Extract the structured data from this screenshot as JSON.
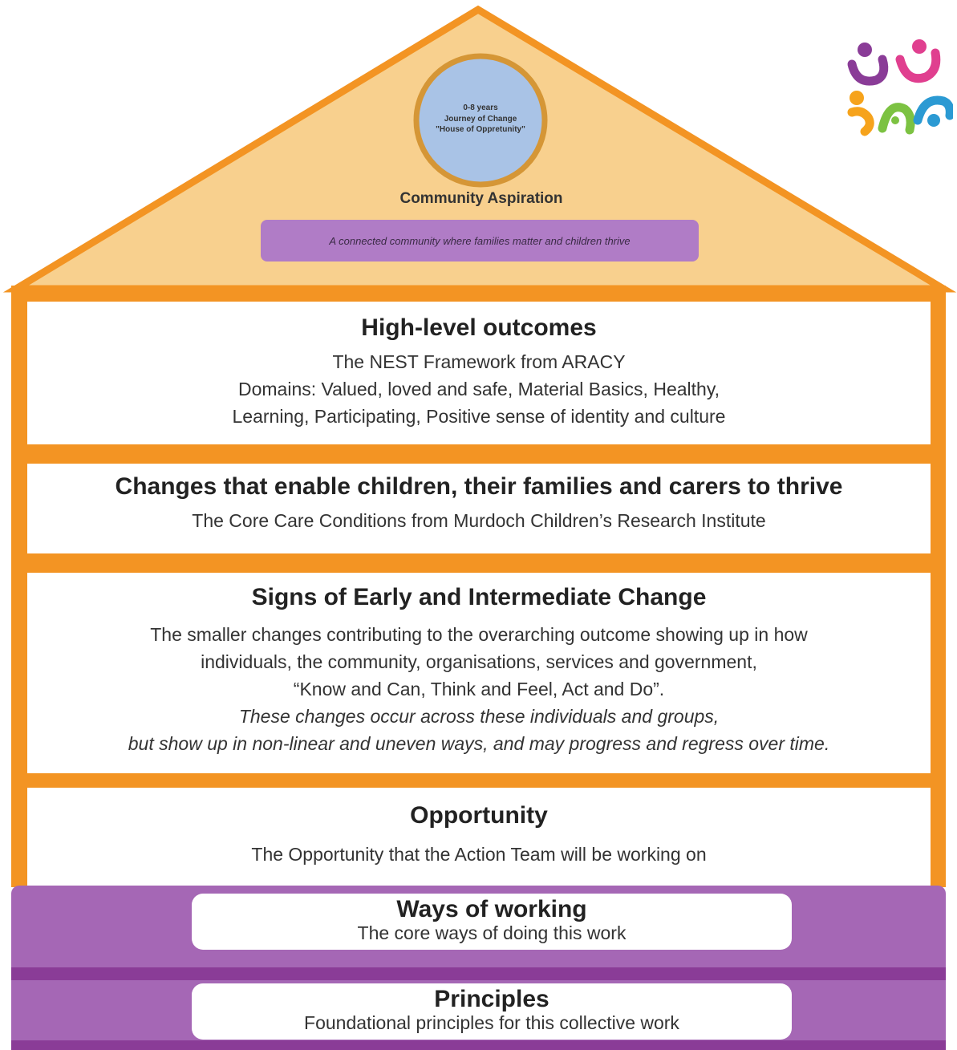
{
  "roof": {
    "badge_lines": [
      "0-8 years",
      "Journey of Change",
      "\"House of Oppretunity\""
    ],
    "aspiration_label": "Community Aspiration",
    "aspiration_text": "A connected community where families matter and children thrive"
  },
  "sections": {
    "outcomes": {
      "title": "High-level outcomes",
      "lines": [
        "The NEST Framework from ARACY",
        "Domains: Valued, loved and safe, Material Basics, Healthy,",
        "Learning, Participating, Positive sense of identity and culture"
      ]
    },
    "changes": {
      "title": "Changes that enable children, their families and carers to thrive",
      "body": "The Core Care Conditions from Murdoch Children’s Research Institute"
    },
    "signs": {
      "title": "Signs of Early and Intermediate Change",
      "lines": [
        "The smaller changes contributing to the overarching outcome showing up in how",
        "individuals, the community, organisations, services and government,",
        "“Know and Can, Think and Feel, Act and Do”."
      ],
      "italic_lines": [
        "These changes occur across these individuals and groups,",
        "but show up in non-linear and uneven ways, and may progress and regress over time."
      ]
    },
    "opportunity": {
      "title": "Opportunity",
      "body": "The Opportunity that the Action Team will be working on"
    }
  },
  "foundation": {
    "ways": {
      "title": "Ways of working",
      "body": "The core ways of doing this work"
    },
    "principles": {
      "title": "Principles",
      "body": "Foundational principles for this collective work"
    }
  },
  "colors": {
    "orange": "#f39423",
    "roof_fill": "#f8d08e",
    "purple": "#a567b5",
    "purple_dark": "#8a3c97",
    "badge_fill": "#a9c3e6"
  },
  "logo": {
    "name": "community-figures-logo"
  }
}
